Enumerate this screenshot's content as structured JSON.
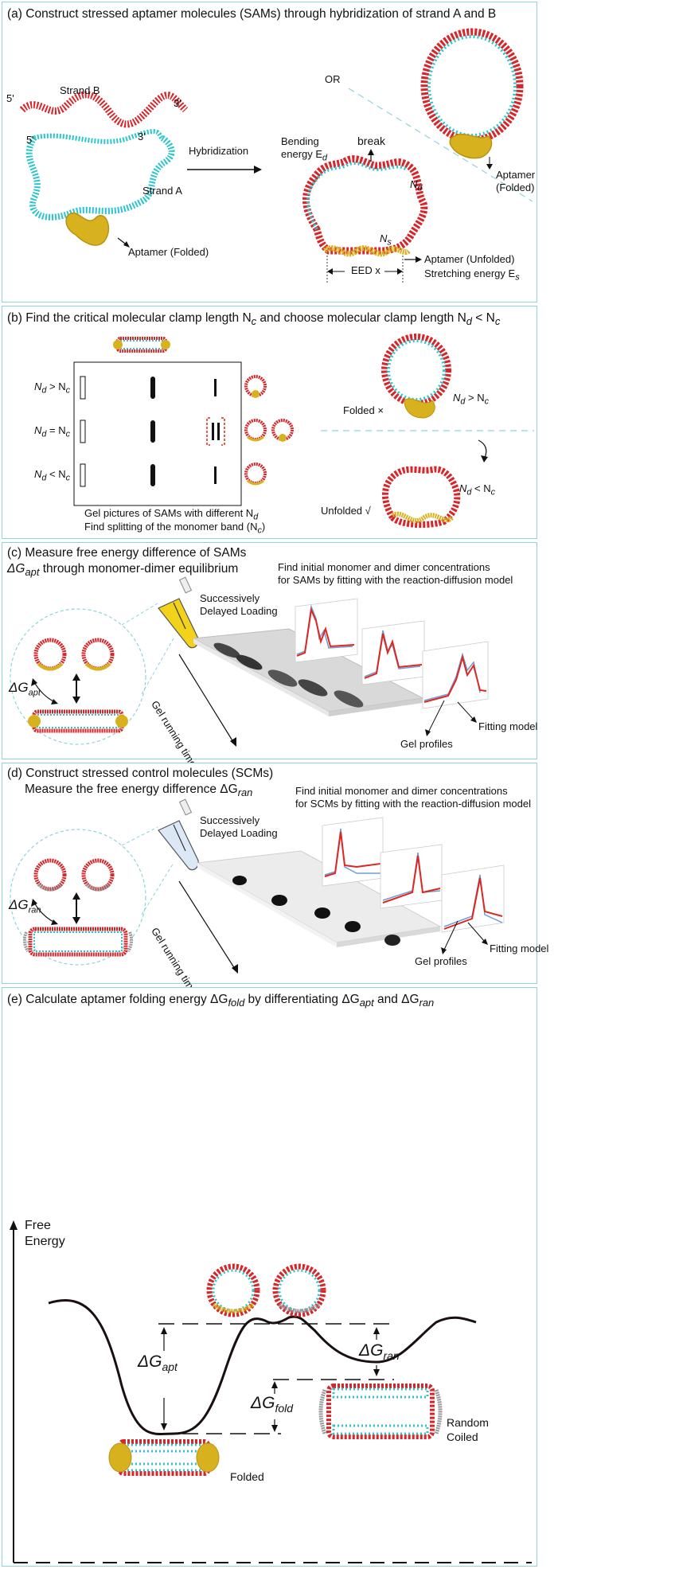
{
  "panel_a": {
    "title": "(a) Construct stressed aptamer molecules (SAMs) through hybridization of strand A and B",
    "strand_b": "Strand B",
    "strand_a": "Strand A",
    "five_prime_b": "5'",
    "three_prime_b": "3'",
    "five_prime_a": "5'",
    "three_prime_a": "3'",
    "hybridization": "Hybridization",
    "aptamer_folded_left": "Aptamer (Folded)",
    "or": "OR",
    "aptamer_folded_right_1": "Aptamer",
    "aptamer_folded_right_2": "(Folded)",
    "bending_energy_1": "Bending",
    "bending_energy_2": "energy E",
    "bending_sub": "d",
    "break": "break",
    "nd": "N",
    "nd_sub": "d",
    "ns": "N",
    "ns_sub": "s",
    "aptamer_unfolded": "Aptamer (Unfolded)",
    "eed": "EED x",
    "stretching_energy": "Stretching energy E",
    "stretching_sub": "s"
  },
  "panel_b": {
    "title": "(b) Find the critical molecular clamp length N",
    "title_mid": " and choose molecular clamp length N",
    "title_end": " < N",
    "row1": "N",
    "row1_sub1": "d",
    "row1_op": " > N",
    "row1_sub2": "c",
    "row2": "N",
    "row2_sub1": "d",
    "row2_op": " = N",
    "row2_sub2": "c",
    "row3": "N",
    "row3_sub1": "d",
    "row3_op": " < N",
    "row3_sub2": "c",
    "caption_1": "Gel pictures of SAMs with different N",
    "caption_1_sub": "d",
    "caption_2": "Find splitting of the monomer band (N",
    "caption_2_sub": "c",
    "caption_2_end": ")",
    "folded": "Folded ×",
    "unfolded": "Unfolded √",
    "cond_top": "N",
    "cond_top_sub1": "d",
    "cond_top_op": " > N",
    "cond_top_sub2": "c",
    "cond_bot": "N",
    "cond_bot_sub1": "d",
    "cond_bot_op": " < N",
    "cond_bot_sub2": "c"
  },
  "panel_c": {
    "title": "(c) Measure free energy difference of SAMs",
    "title_2": "ΔG",
    "title_2_sub": "apt",
    "title_2_end": " through monomer-dimer equilibrium",
    "fit_text_1": "Find initial monomer and dimer concentrations",
    "fit_text_2": "for SAMs by fitting with the reaction-diffusion model",
    "loading_1": "Successively",
    "loading_2": "Delayed Loading",
    "gel_time": "Gel running time",
    "delta_g": "ΔG",
    "delta_g_sub": "apt",
    "gel_profiles": "Gel profiles",
    "fitting_model": "Fitting model"
  },
  "panel_d": {
    "title": "(d) Construct stressed control molecules (SCMs)",
    "title_2": "Measure the free energy difference ΔG",
    "title_2_sub": "ran",
    "fit_text_1": "Find initial monomer and dimer concentrations",
    "fit_text_2": "for SCMs by fitting with the reaction-diffusion model",
    "loading_1": "Successively",
    "loading_2": "Delayed Loading",
    "gel_time": "Gel running time",
    "delta_g": "ΔG",
    "delta_g_sub": "ran",
    "gel_profiles": "Gel profiles",
    "fitting_model": "Fitting model"
  },
  "panel_e": {
    "title": "(e) Calculate aptamer folding energy ΔG",
    "title_sub1": "fold",
    "title_mid": " by differentiating ΔG",
    "title_sub2": "apt",
    "title_and": " and ΔG",
    "title_sub3": "ran",
    "y_axis_1": "Free",
    "y_axis_2": "Energy",
    "dg_apt": "ΔG",
    "dg_apt_sub": "apt",
    "dg_fold": "ΔG",
    "dg_fold_sub": "fold",
    "dg_ran": "ΔG",
    "dg_ran_sub": "ran",
    "folded": "Folded",
    "random_1": "Random",
    "random_2": "Coiled"
  },
  "colors": {
    "border": "#8fd3dc",
    "strand_red": "#d7262a",
    "strand_cyan": "#2cc5cc",
    "aptamer_gold": "#d8b21e",
    "fit_blue": "#6a9fd4",
    "profile_red": "#e0261f",
    "control_gray": "#9a9a9a"
  },
  "energy_profile": {
    "states": [
      "dimer-folded",
      "transition",
      "dimer-random-coiled"
    ],
    "levels": {
      "folded_min": 1,
      "intermediate": 3,
      "random_min": 2
    }
  }
}
